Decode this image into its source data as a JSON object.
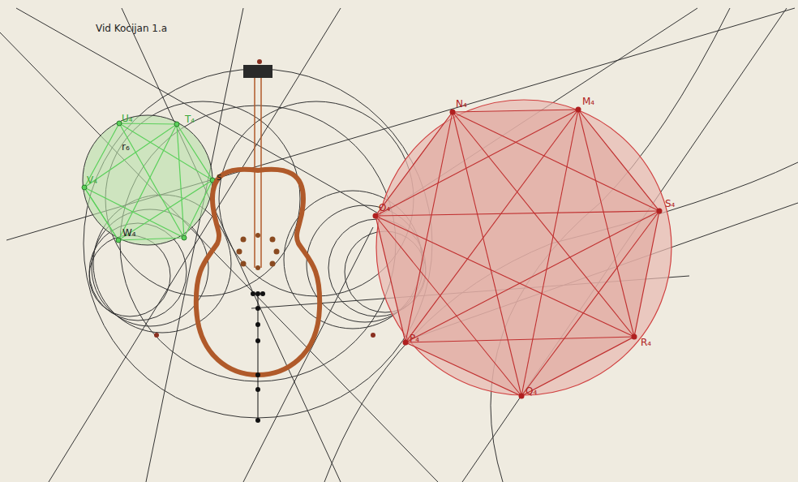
{
  "diagram": {
    "labels": [
      "Vid Kocijan 1.a",
      "N₄",
      "M₄",
      "S₄",
      "R₄",
      "Q₄",
      "P₄",
      "O₄",
      "U₄",
      "T₄",
      "V₄",
      "W₄",
      "r₆",
      "s"
    ]
  }
}
